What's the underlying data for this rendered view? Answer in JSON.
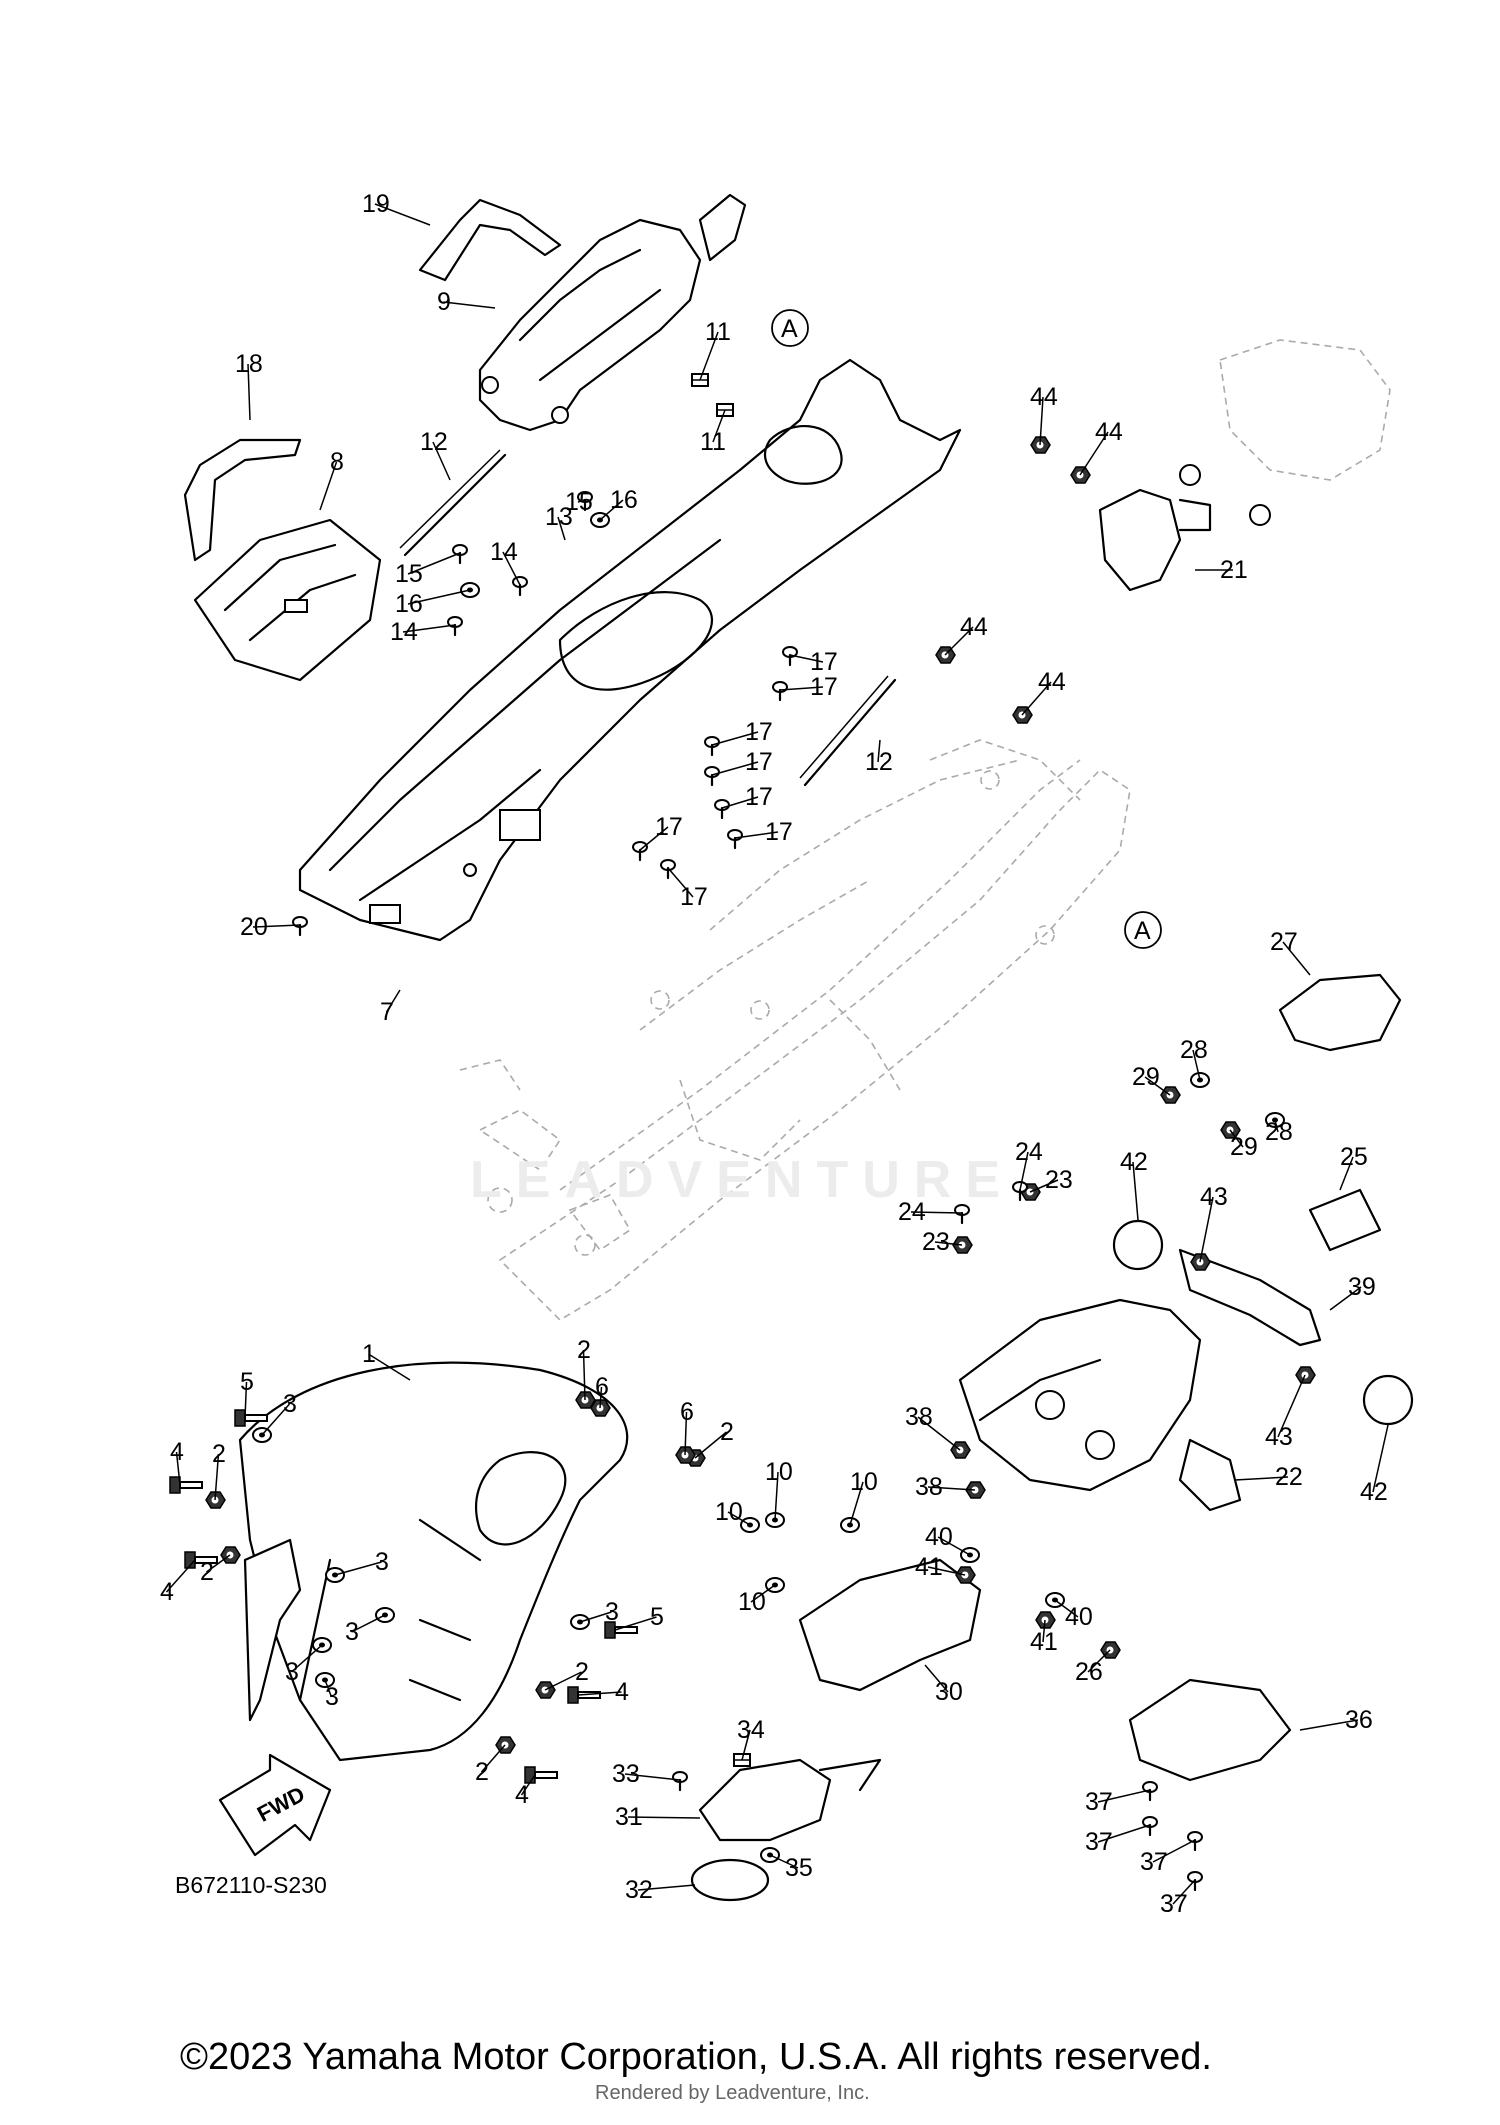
{
  "diagram": {
    "code": "B672110-S230",
    "direction_arrow": "FWD",
    "watermark": "LEADVENTURE",
    "callouts": [
      {
        "id": "c1",
        "label": "1"
      },
      {
        "id": "c2a",
        "label": "2"
      },
      {
        "id": "c2b",
        "label": "2"
      },
      {
        "id": "c2c",
        "label": "2"
      },
      {
        "id": "c2d",
        "label": "2"
      },
      {
        "id": "c2e",
        "label": "2"
      },
      {
        "id": "c2f",
        "label": "2"
      },
      {
        "id": "c3a",
        "label": "3"
      },
      {
        "id": "c3b",
        "label": "3"
      },
      {
        "id": "c3c",
        "label": "3"
      },
      {
        "id": "c3d",
        "label": "3"
      },
      {
        "id": "c3e",
        "label": "3"
      },
      {
        "id": "c3f",
        "label": "3"
      },
      {
        "id": "c4a",
        "label": "4"
      },
      {
        "id": "c4b",
        "label": "4"
      },
      {
        "id": "c4c",
        "label": "4"
      },
      {
        "id": "c4d",
        "label": "4"
      },
      {
        "id": "c5a",
        "label": "5"
      },
      {
        "id": "c5b",
        "label": "5"
      },
      {
        "id": "c6a",
        "label": "6"
      },
      {
        "id": "c6b",
        "label": "6"
      },
      {
        "id": "c7",
        "label": "7"
      },
      {
        "id": "c8",
        "label": "8"
      },
      {
        "id": "c9",
        "label": "9"
      },
      {
        "id": "c10a",
        "label": "10"
      },
      {
        "id": "c10b",
        "label": "10"
      },
      {
        "id": "c10c",
        "label": "10"
      },
      {
        "id": "c10d",
        "label": "10"
      },
      {
        "id": "c11a",
        "label": "11"
      },
      {
        "id": "c11b",
        "label": "11"
      },
      {
        "id": "c12a",
        "label": "12"
      },
      {
        "id": "c12b",
        "label": "12"
      },
      {
        "id": "c13",
        "label": "13"
      },
      {
        "id": "c14a",
        "label": "14"
      },
      {
        "id": "c14b",
        "label": "14"
      },
      {
        "id": "c15a",
        "label": "15"
      },
      {
        "id": "c15b",
        "label": "15"
      },
      {
        "id": "c16a",
        "label": "16"
      },
      {
        "id": "c16b",
        "label": "16"
      },
      {
        "id": "c17a",
        "label": "17"
      },
      {
        "id": "c17b",
        "label": "17"
      },
      {
        "id": "c17c",
        "label": "17"
      },
      {
        "id": "c17d",
        "label": "17"
      },
      {
        "id": "c17e",
        "label": "17"
      },
      {
        "id": "c17f",
        "label": "17"
      },
      {
        "id": "c17g",
        "label": "17"
      },
      {
        "id": "c17h",
        "label": "17"
      },
      {
        "id": "c18",
        "label": "18"
      },
      {
        "id": "c19",
        "label": "19"
      },
      {
        "id": "c20",
        "label": "20"
      },
      {
        "id": "c21",
        "label": "21"
      },
      {
        "id": "c22",
        "label": "22"
      },
      {
        "id": "c23a",
        "label": "23"
      },
      {
        "id": "c23b",
        "label": "23"
      },
      {
        "id": "c24a",
        "label": "24"
      },
      {
        "id": "c24b",
        "label": "24"
      },
      {
        "id": "c25",
        "label": "25"
      },
      {
        "id": "c26",
        "label": "26"
      },
      {
        "id": "c27",
        "label": "27"
      },
      {
        "id": "c28a",
        "label": "28"
      },
      {
        "id": "c28b",
        "label": "28"
      },
      {
        "id": "c29a",
        "label": "29"
      },
      {
        "id": "c29b",
        "label": "29"
      },
      {
        "id": "c30",
        "label": "30"
      },
      {
        "id": "c31",
        "label": "31"
      },
      {
        "id": "c32",
        "label": "32"
      },
      {
        "id": "c33",
        "label": "33"
      },
      {
        "id": "c34",
        "label": "34"
      },
      {
        "id": "c35",
        "label": "35"
      },
      {
        "id": "c36",
        "label": "36"
      },
      {
        "id": "c37a",
        "label": "37"
      },
      {
        "id": "c37b",
        "label": "37"
      },
      {
        "id": "c37c",
        "label": "37"
      },
      {
        "id": "c37d",
        "label": "37"
      },
      {
        "id": "c38a",
        "label": "38"
      },
      {
        "id": "c38b",
        "label": "38"
      },
      {
        "id": "c39",
        "label": "39"
      },
      {
        "id": "c40a",
        "label": "40"
      },
      {
        "id": "c40b",
        "label": "40"
      },
      {
        "id": "c41a",
        "label": "41"
      },
      {
        "id": "c41b",
        "label": "41"
      },
      {
        "id": "c42a",
        "label": "42"
      },
      {
        "id": "c42b",
        "label": "42"
      },
      {
        "id": "c43a",
        "label": "43"
      },
      {
        "id": "c43b",
        "label": "43"
      },
      {
        "id": "c44a",
        "label": "44"
      },
      {
        "id": "c44b",
        "label": "44"
      },
      {
        "id": "c44c",
        "label": "44"
      },
      {
        "id": "c44d",
        "label": "44"
      }
    ],
    "reference_marks": [
      {
        "id": "refA1",
        "label": "A"
      },
      {
        "id": "refA2",
        "label": "A"
      }
    ]
  },
  "footer": {
    "copyright": "©2023 Yamaha Motor Corporation, U.S.A. All rights reserved.",
    "renderer": "Rendered by Leadventure, Inc."
  }
}
